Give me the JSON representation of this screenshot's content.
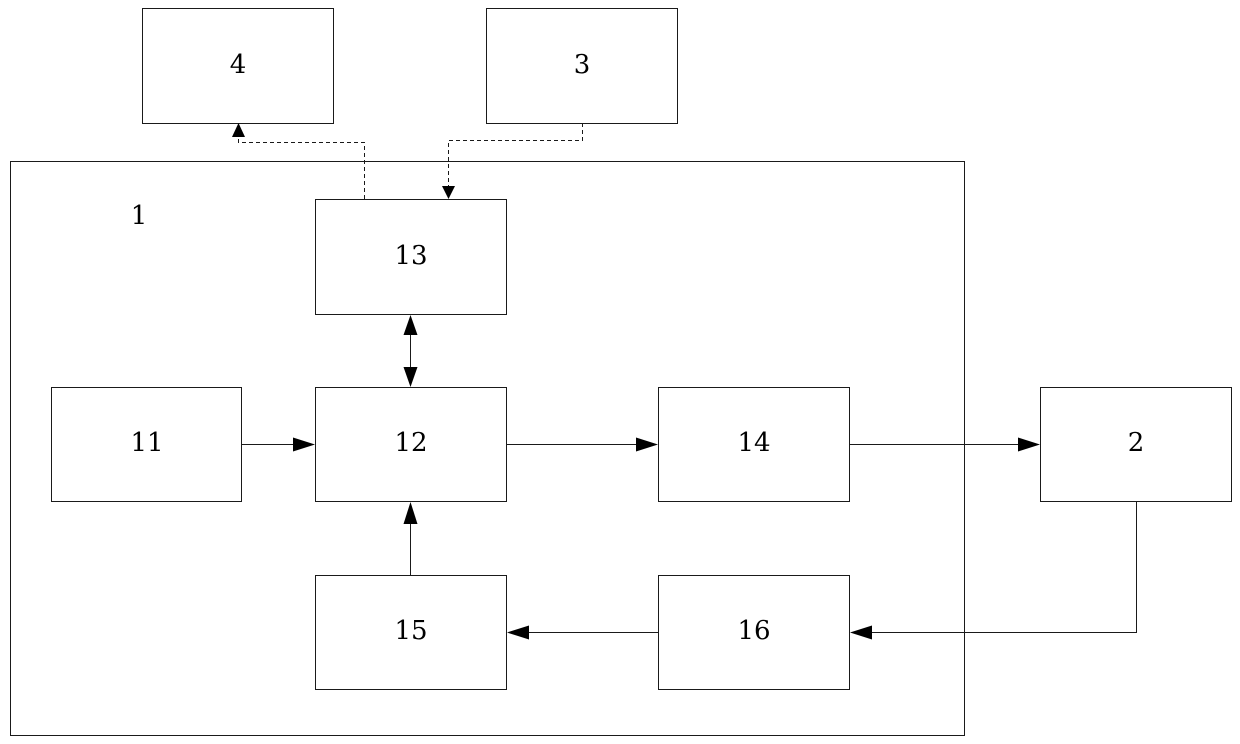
{
  "diagram": {
    "system_label": "1",
    "blocks": {
      "b4": "4",
      "b3": "3",
      "b13": "13",
      "b11": "11",
      "b12": "12",
      "b14": "14",
      "b2": "2",
      "b15": "15",
      "b16": "16"
    }
  }
}
